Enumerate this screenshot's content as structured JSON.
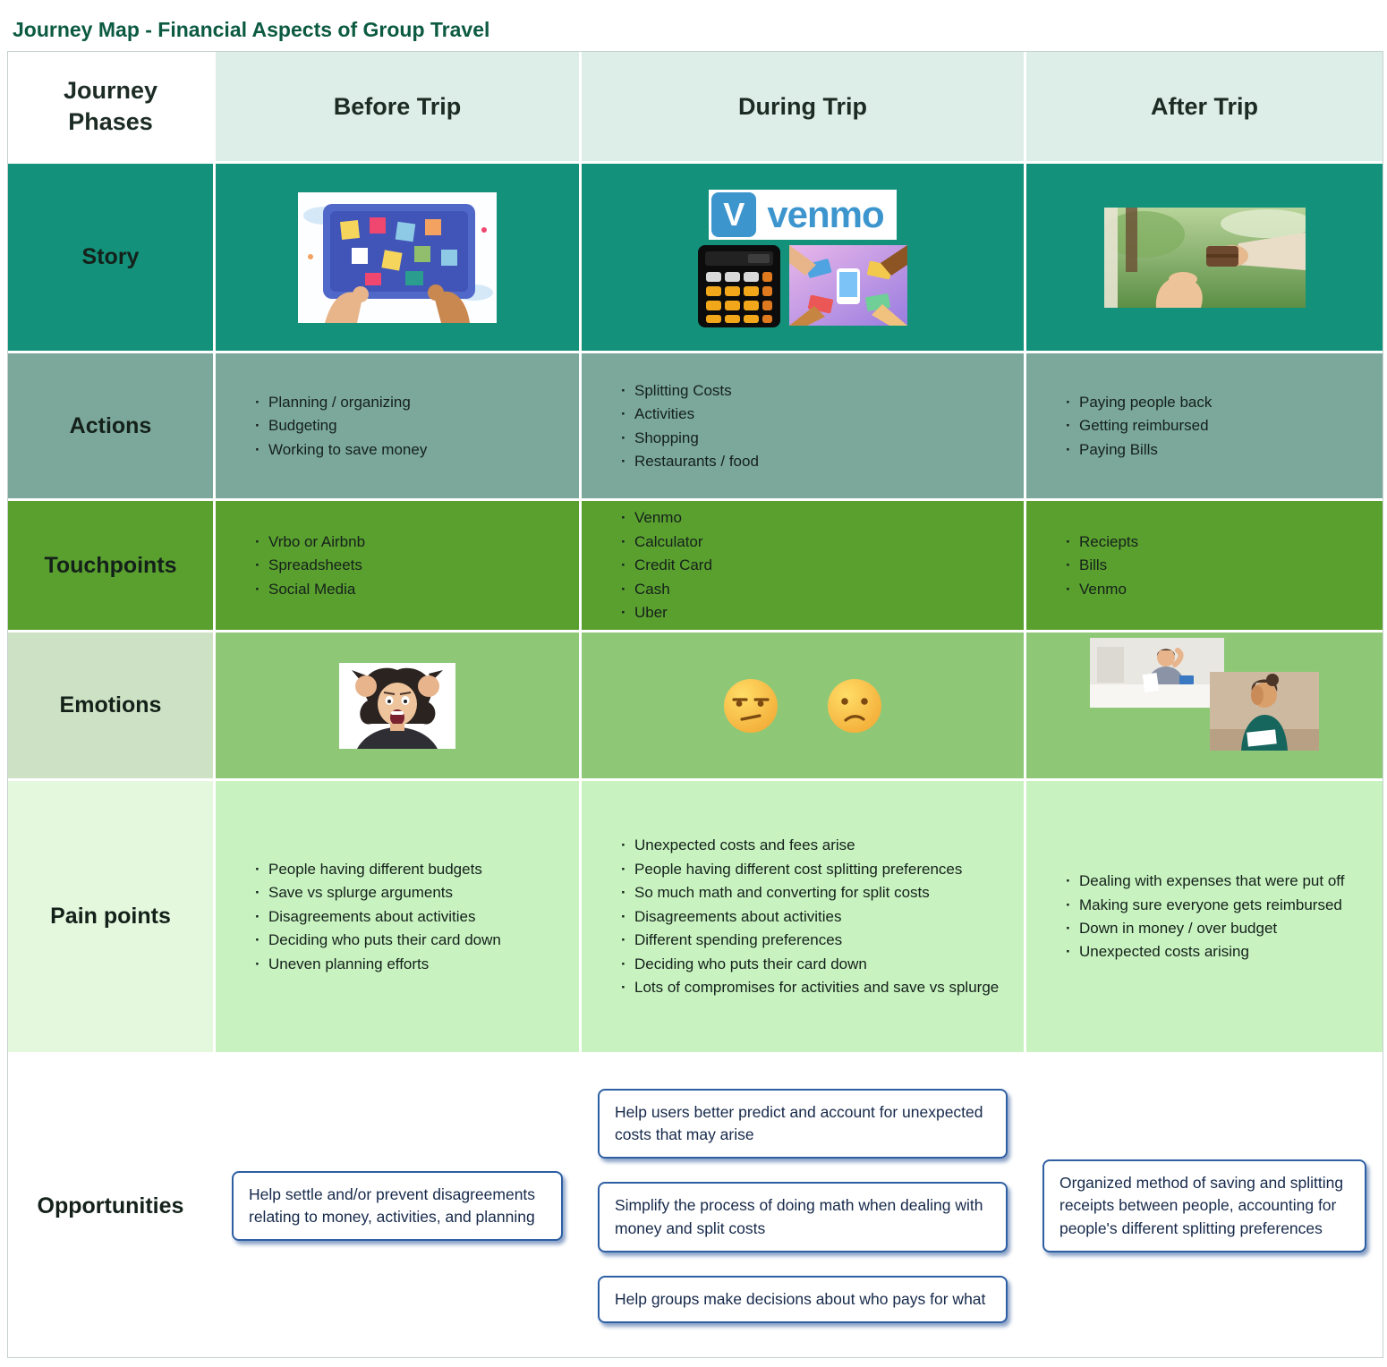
{
  "title": "Journey Map - Financial Aspects of Group Travel",
  "columns": {
    "label": "Journey Phases",
    "before": "Before Trip",
    "during": "During Trip",
    "after": "After Trip"
  },
  "story": {
    "label": "Story",
    "venmo_letter": "V",
    "venmo_text": "venmo",
    "images": {
      "before": "trip-planning-board-illustration",
      "during": [
        "venmo-logo",
        "calculator-photo",
        "group-payment-illustration"
      ],
      "after": "wallet-handover-photo"
    }
  },
  "actions": {
    "label": "Actions",
    "before": [
      "Planning / organizing",
      "Budgeting",
      "Working to save money"
    ],
    "during": [
      "Splitting Costs",
      "Activities",
      "Shopping",
      "Restaurants / food"
    ],
    "after": [
      "Paying people back",
      "Getting reimbursed",
      "Paying Bills"
    ]
  },
  "touchpoints": {
    "label": "Touchpoints",
    "before": [
      "Vrbo or Airbnb",
      "Spreadsheets",
      "Social Media"
    ],
    "during": [
      "Venmo",
      "Calculator",
      "Credit Card",
      "Cash",
      "Uber"
    ],
    "after": [
      "Reciepts",
      "Bills",
      "Venmo"
    ]
  },
  "emotions": {
    "label": "Emotions",
    "before_image": "stressed-woman-photo",
    "during_emojis": [
      "unamused-face",
      "confused-face"
    ],
    "after_images": [
      "man-reviewing-bill-photo",
      "woman-facepalm-photo"
    ]
  },
  "pain_points": {
    "label": "Pain points",
    "before": [
      "People having different budgets",
      "Save vs splurge arguments",
      "Disagreements about activities",
      "Deciding who puts their card down",
      "Uneven planning efforts"
    ],
    "during": [
      "Unexpected costs and fees arise",
      "People having different cost splitting preferences",
      "So much math and converting for split costs",
      "Disagreements about activities",
      "Different spending preferences",
      "Deciding who puts their card down",
      "Lots of compromises for activities and save vs splurge"
    ],
    "after": [
      "Dealing with expenses that were put off",
      "Making sure everyone gets reimbursed",
      "Down in money / over budget",
      "Unexpected costs arising"
    ]
  },
  "opportunities": {
    "label": "Opportunities",
    "before": [
      "Help settle and/or prevent disagreements relating to money, activities, and planning"
    ],
    "during": [
      "Help users better predict and account for unexpected costs that may arise",
      "Simplify the process of doing math when dealing with money and split costs",
      "Help groups make decisions about who pays for what"
    ],
    "after": [
      "Organized method of saving and splitting receipts between people, accounting for people's different splitting preferences"
    ]
  },
  "colors": {
    "title_text": "#0b5a41",
    "header_bg": "#dceee7",
    "story_bg": "#14917b",
    "actions_bg": "#7ba89b",
    "touchpoints_bg": "#5aa02f",
    "emotions_bg": "#8ec877",
    "emotions_label_bg": "#cde2c4",
    "pain_bg": "#c8f3c0",
    "pain_label_bg": "#e3f8dd",
    "opportunity_border": "#2e5fa3",
    "venmo_blue": "#3D95CE"
  }
}
